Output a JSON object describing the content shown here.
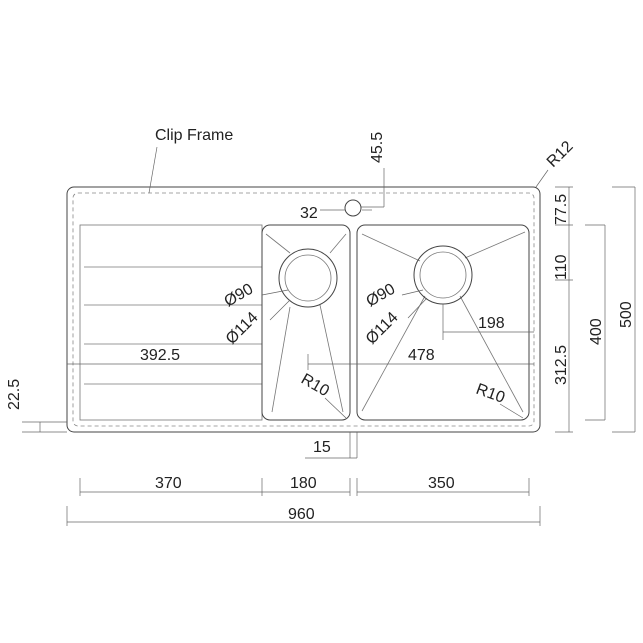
{
  "labels": {
    "clip_frame": "Clip Frame",
    "tap_offset": "45.5",
    "corner_radius": "R12",
    "tap_hole_dim": "32",
    "drain_left_d90": "Ø90",
    "drain_left_d114": "Ø114",
    "drain_right_d90": "Ø90",
    "drain_right_d114": "Ø114",
    "drainboard_len": "392.5",
    "bowl_span": "478",
    "drain_offset": "198",
    "radius_left": "R10",
    "radius_right": "R10",
    "gap": "15",
    "h_top": "77.5",
    "h_110": "110",
    "h_312": "312.5",
    "h_400": "400",
    "h_500": "500",
    "h_left": "22.5",
    "w_370": "370",
    "w_180": "180",
    "w_350": "350",
    "w_960": "960"
  }
}
